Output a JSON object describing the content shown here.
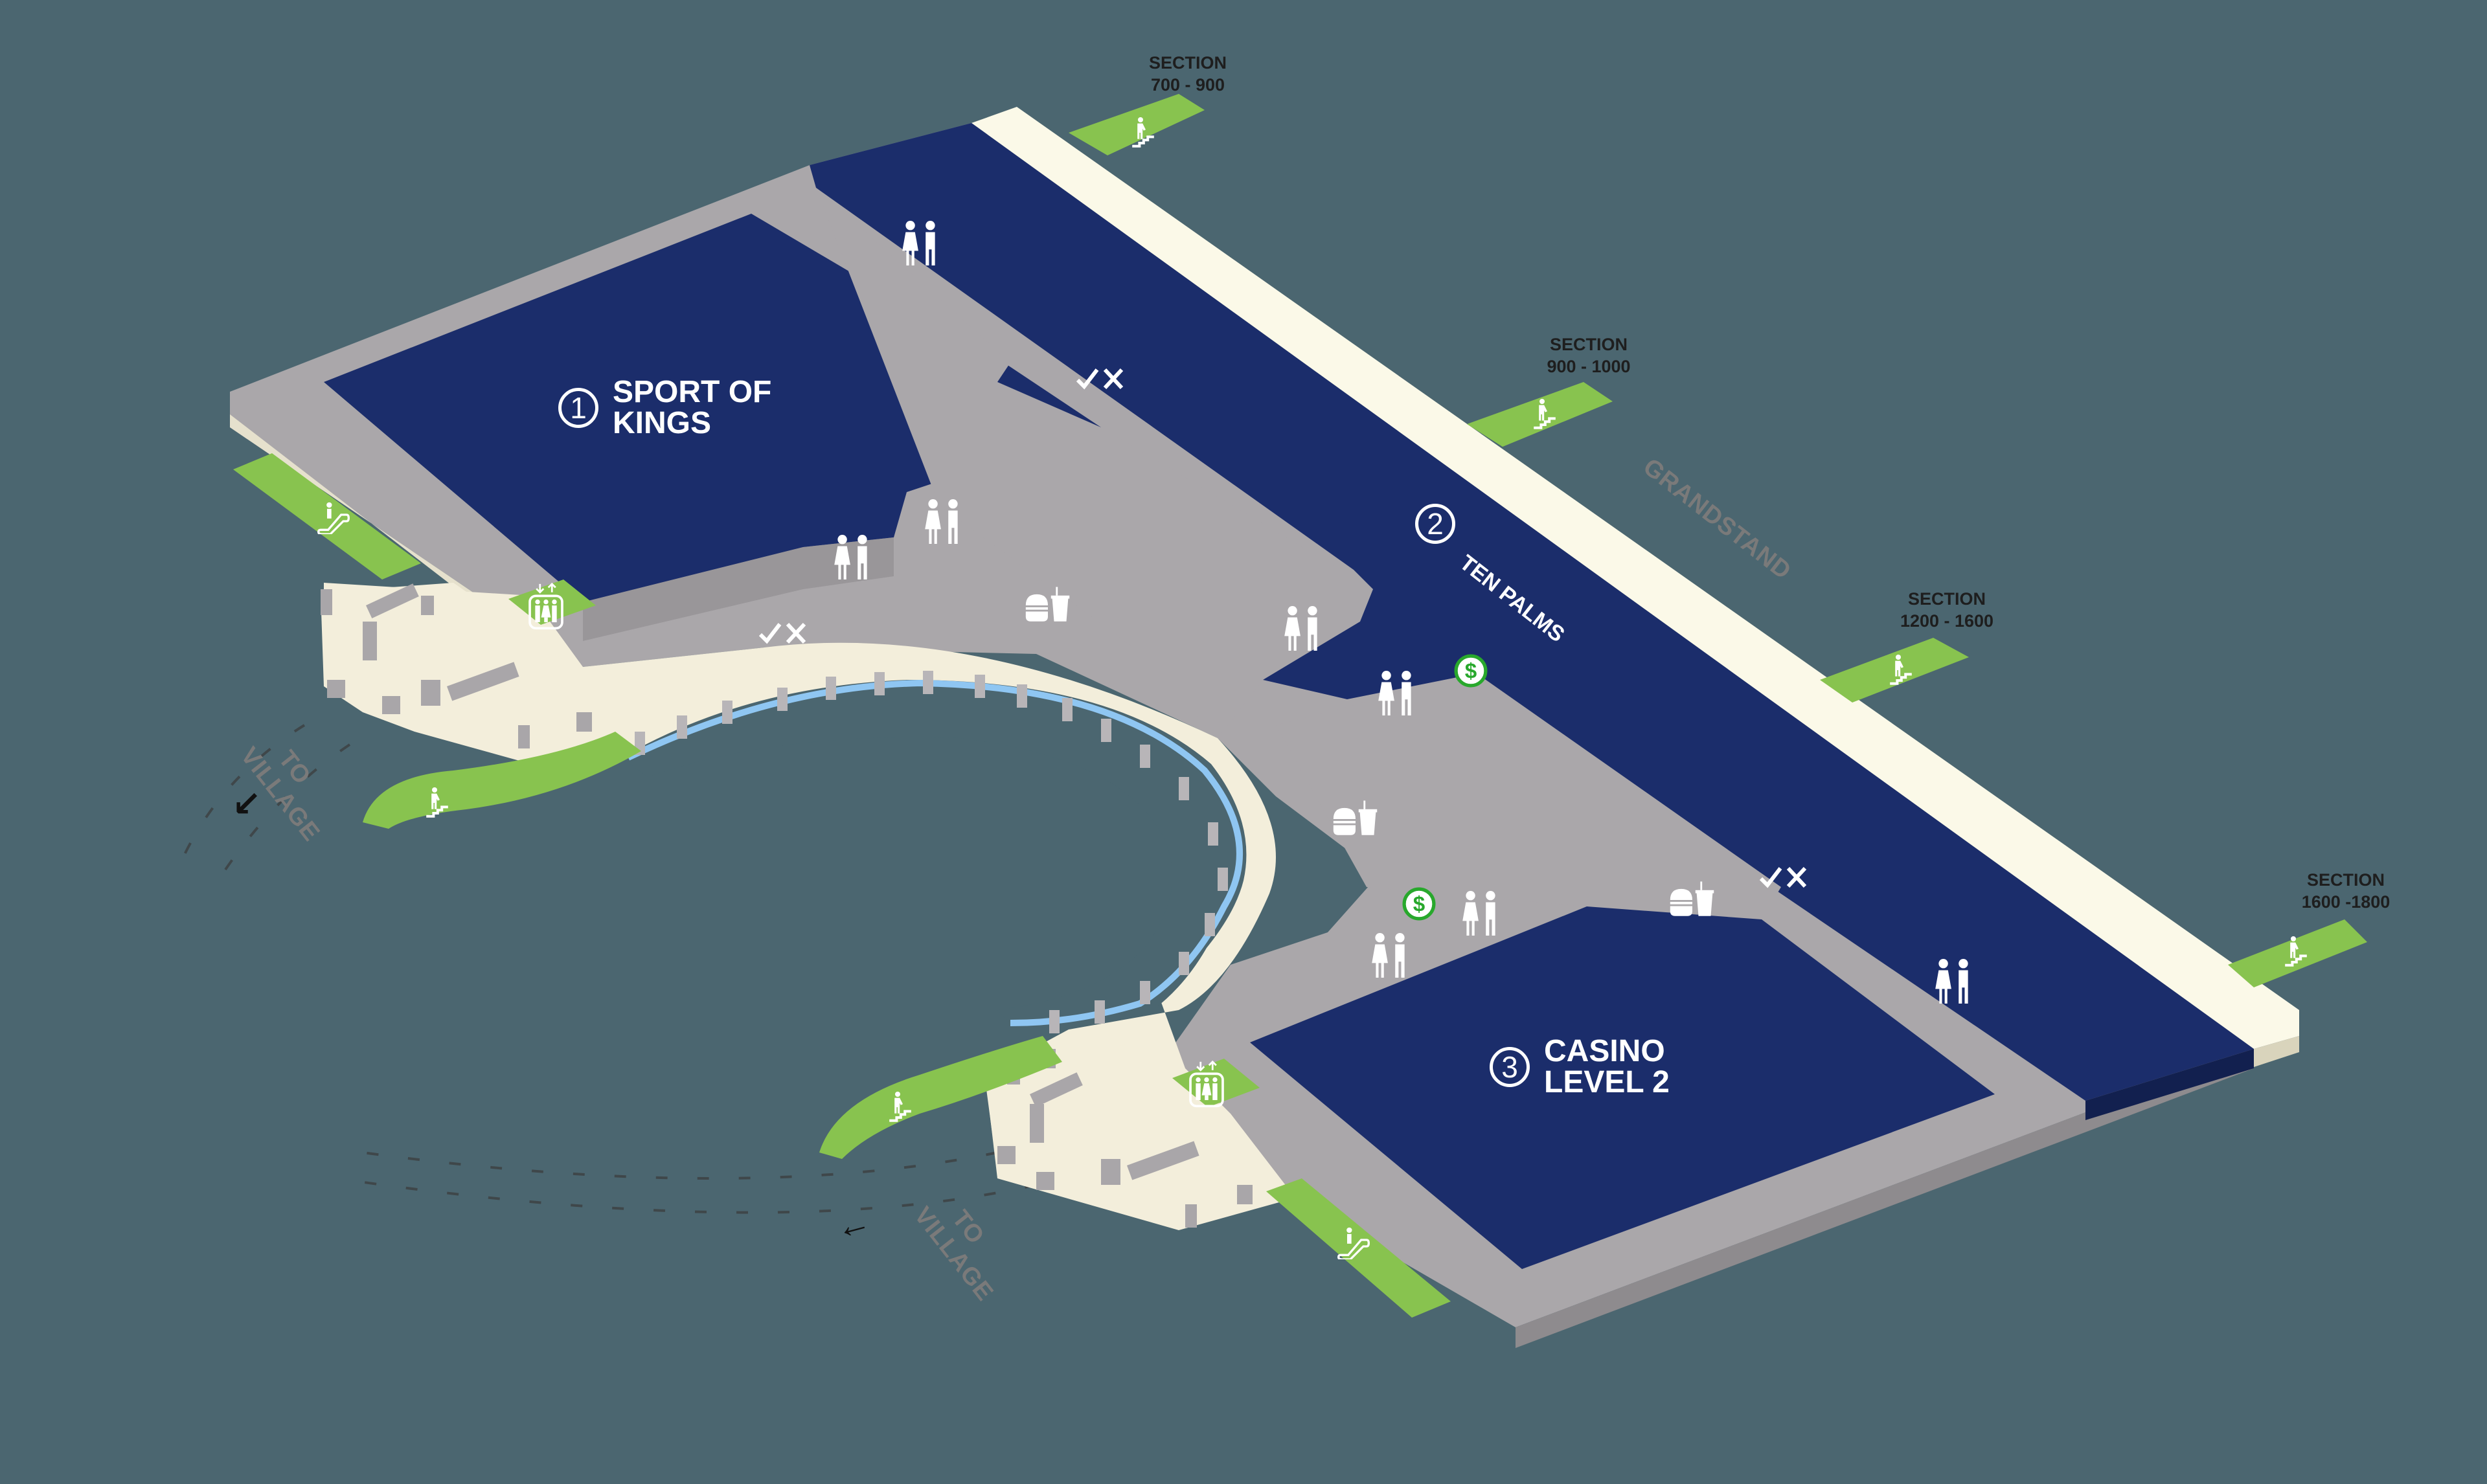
{
  "map": {
    "colors": {
      "background": "#4b6670",
      "venue_navy": "#1b2d6b",
      "concourse_gray": "#aaa7aa",
      "walkway_cream": "#f3eedb",
      "grandstand_edge": "#fbf9e8",
      "stairs_green": "#88c34f",
      "railing_blue": "#8fc6f2",
      "atm_green": "#28a82c"
    },
    "venues": [
      {
        "number": "1",
        "name_line1": "SPORT OF",
        "name_line2": "KINGS"
      },
      {
        "number": "2",
        "name_line1": "TEN PALMS"
      },
      {
        "number": "3",
        "name_line1": "CASINO",
        "name_line2": "LEVEL 2"
      }
    ],
    "sections": [
      {
        "label": "SECTION",
        "range": "700 - 900"
      },
      {
        "label": "SECTION",
        "range": "900 - 1000"
      },
      {
        "label": "SECTION",
        "range": "1200 - 1600"
      },
      {
        "label": "SECTION",
        "range": "1600 -1800"
      }
    ],
    "grandstand_label": "GRANDSTAND",
    "exits": [
      {
        "line1": "TO",
        "line2": "VILLAGE"
      },
      {
        "line1": "TO",
        "line2": "VILLAGE"
      }
    ],
    "amenities": {
      "restrooms": 8,
      "food_and_drink": 3,
      "atm": 2,
      "betting_windows": 3,
      "elevators": 2,
      "escalators": 2,
      "stairs": 6
    }
  }
}
